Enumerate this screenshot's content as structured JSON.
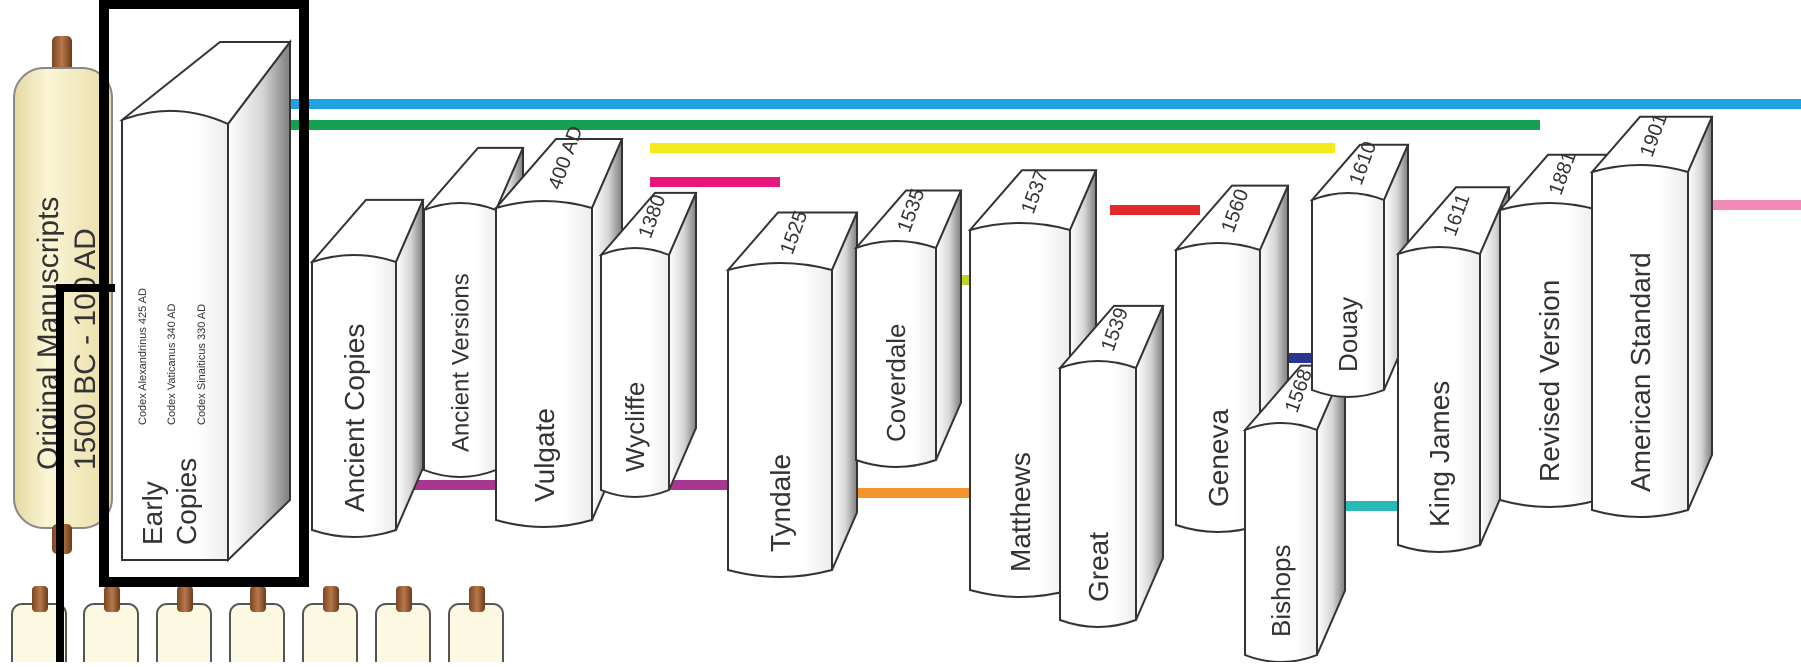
{
  "scroll": {
    "title": "Original Manuscripts",
    "dates": "1500 BC - 100 AD",
    "colors": {
      "parchment": "#f7efc6",
      "knob": "#a0653a"
    }
  },
  "early_copies": {
    "label_line1": "Early",
    "label_line2": "Copies",
    "codices": [
      "Codex Alexandrinus  425 AD",
      "Codex Vaticanus  340 AD",
      "Codex Sinaiticus  330 AD"
    ]
  },
  "books": [
    {
      "id": "ancient-copies",
      "label": "Ancient Copies",
      "year": ""
    },
    {
      "id": "ancient-versions",
      "label": "Ancient Versions",
      "year": ""
    },
    {
      "id": "vulgate",
      "label": "Vulgate",
      "year": "400 AD"
    },
    {
      "id": "wycliffe",
      "label": "Wycliffe",
      "year": "1380"
    },
    {
      "id": "tyndale",
      "label": "Tyndale",
      "year": "1525"
    },
    {
      "id": "coverdale",
      "label": "Coverdale",
      "year": "1535"
    },
    {
      "id": "matthews",
      "label": "Matthews",
      "year": "1537"
    },
    {
      "id": "great",
      "label": "Great",
      "year": "1539"
    },
    {
      "id": "geneva",
      "label": "Geneva",
      "year": "1560"
    },
    {
      "id": "bishops",
      "label": "Bishops",
      "year": "1568"
    },
    {
      "id": "douay",
      "label": "Douay",
      "year": "1610"
    },
    {
      "id": "king-james",
      "label": "King James",
      "year": "1611"
    },
    {
      "id": "revised-version",
      "label": "Revised Version",
      "year": "1881"
    },
    {
      "id": "american-standard",
      "label": "American Standard",
      "year": "1901"
    }
  ],
  "connector_colors": {
    "blue": "#1fa3e0",
    "green": "#14a050",
    "yellow": "#f4ec1a",
    "magenta": "#e8157c",
    "red": "#e02a2a",
    "lime": "#c2d42c",
    "navy": "#2a3590",
    "purple": "#a8378f",
    "orange": "#f2952f",
    "teal": "#27b9b5",
    "pink": "#f08ab8"
  }
}
